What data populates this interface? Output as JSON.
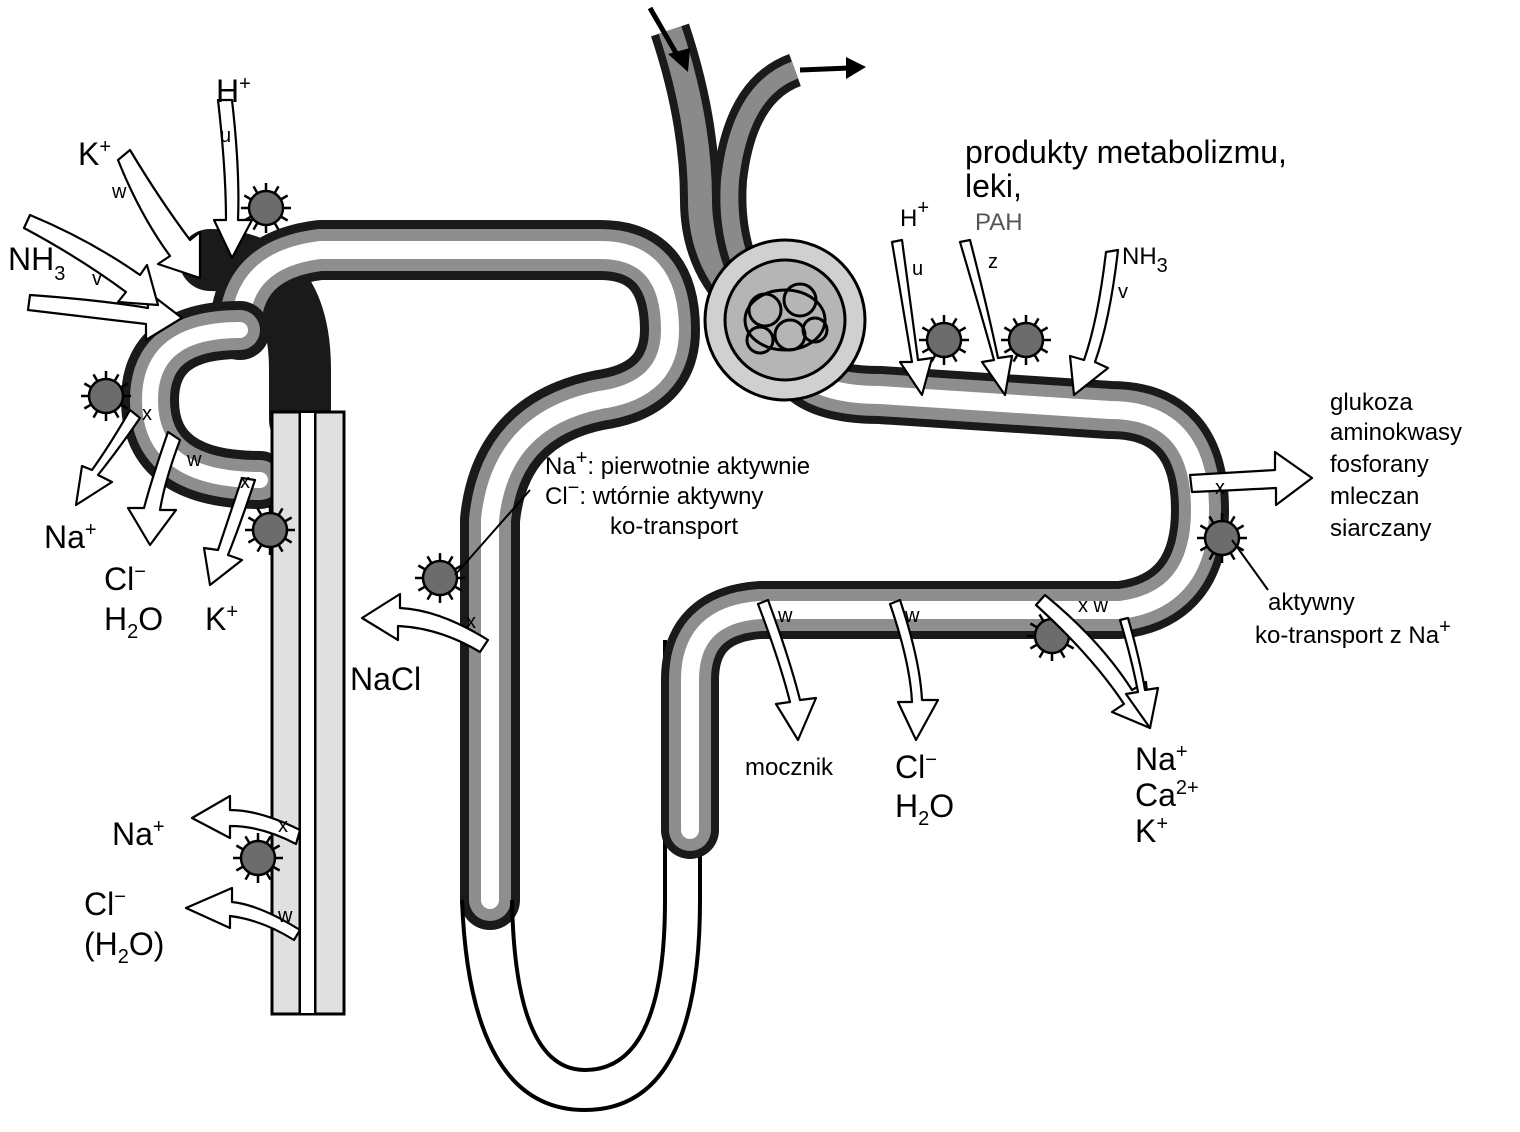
{
  "header": {
    "products_line1": "produkty metabolizmu,",
    "products_line2": "leki,",
    "products_line3": "PAH"
  },
  "proximal_secretion": {
    "h": {
      "ion": "H",
      "sup": "+",
      "letter": "u"
    },
    "pah_letter": "z",
    "nh3": {
      "ion": "NH",
      "sub": "3",
      "letter": "v"
    }
  },
  "proximal_reabsorption": {
    "substances": [
      "glukoza",
      "aminokwasy",
      "fosforany",
      "mleczan",
      "siarczany"
    ],
    "letter": "x",
    "note_line1": "aktywny",
    "note_line2": "ko-transport z Na",
    "note_sup": "+"
  },
  "proximal_bottom": {
    "urea_letter": "w",
    "urea": "mocznik",
    "water_letter": "w",
    "cl": "Cl",
    "cl_sup": "−",
    "h2o_h": "H",
    "h2o_sub": "2",
    "h2o_o": "O",
    "ions_letters": "x w",
    "na": "Na",
    "na_sup": "+",
    "ca": "Ca",
    "ca_sup": "2+",
    "k": "K",
    "k_sup": "+"
  },
  "ascending_limb": {
    "note_na": "Na",
    "note_na_sup": "+",
    "note_na_text": ": pierwotnie aktywnie",
    "note_cl": "Cl",
    "note_cl_sup": "−",
    "note_cl_text": ": wtórnie aktywny",
    "note_line3": "ko-transport",
    "letter": "x",
    "nacl": "NaCl"
  },
  "distal_secretion": {
    "h": {
      "ion": "H",
      "sup": "+",
      "letter": "u"
    },
    "k": {
      "ion": "K",
      "sup": "+",
      "letter": "w"
    },
    "nh3": {
      "ion": "NH",
      "sub": "3",
      "letter": "v"
    }
  },
  "distal_reabsorption": {
    "letters": [
      "x",
      "w",
      "x"
    ],
    "na": "Na",
    "na_sup": "+",
    "cl": "Cl",
    "cl_sup": "−",
    "h2o_h": "H",
    "h2o_sub": "2",
    "h2o_o": "O",
    "k": "K",
    "k_sup": "+"
  },
  "collecting_duct": {
    "na_letter": "x",
    "na": "Na",
    "na_sup": "+",
    "cl_letter": "w",
    "cl": "Cl",
    "cl_sup": "−",
    "h2o": "(H",
    "h2o_sub": "2",
    "h2o_end": "O)"
  }
}
